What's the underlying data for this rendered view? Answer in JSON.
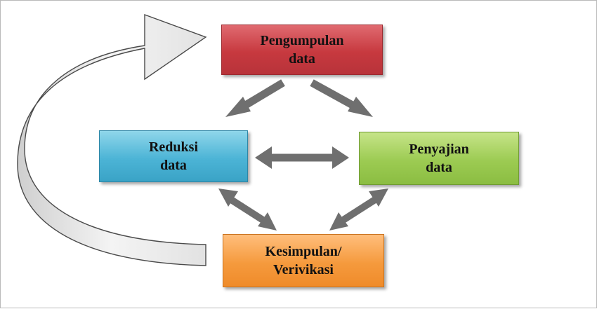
{
  "diagram": {
    "nodes": {
      "collect": {
        "label": "Pengumpulan\ndata",
        "color": "#c7393f"
      },
      "reduce": {
        "label": "Reduksi\ndata",
        "color": "#4cb4d6"
      },
      "present": {
        "label": "Penyajian\ndata",
        "color": "#9ccb52"
      },
      "conclude": {
        "label": "Kesimpulan/\nVerivikasi",
        "color": "#f59a3d"
      }
    },
    "edges": [
      {
        "from": "collect",
        "to": "reduce",
        "direction": "one-way"
      },
      {
        "from": "collect",
        "to": "present",
        "direction": "one-way"
      },
      {
        "from": "reduce",
        "to": "present",
        "direction": "two-way"
      },
      {
        "from": "reduce",
        "to": "conclude",
        "direction": "two-way"
      },
      {
        "from": "present",
        "to": "conclude",
        "direction": "two-way"
      },
      {
        "from": "conclude",
        "to": "collect",
        "direction": "one-way",
        "style": "curved-outline"
      }
    ],
    "arrow_color": "#6f6f6f"
  }
}
